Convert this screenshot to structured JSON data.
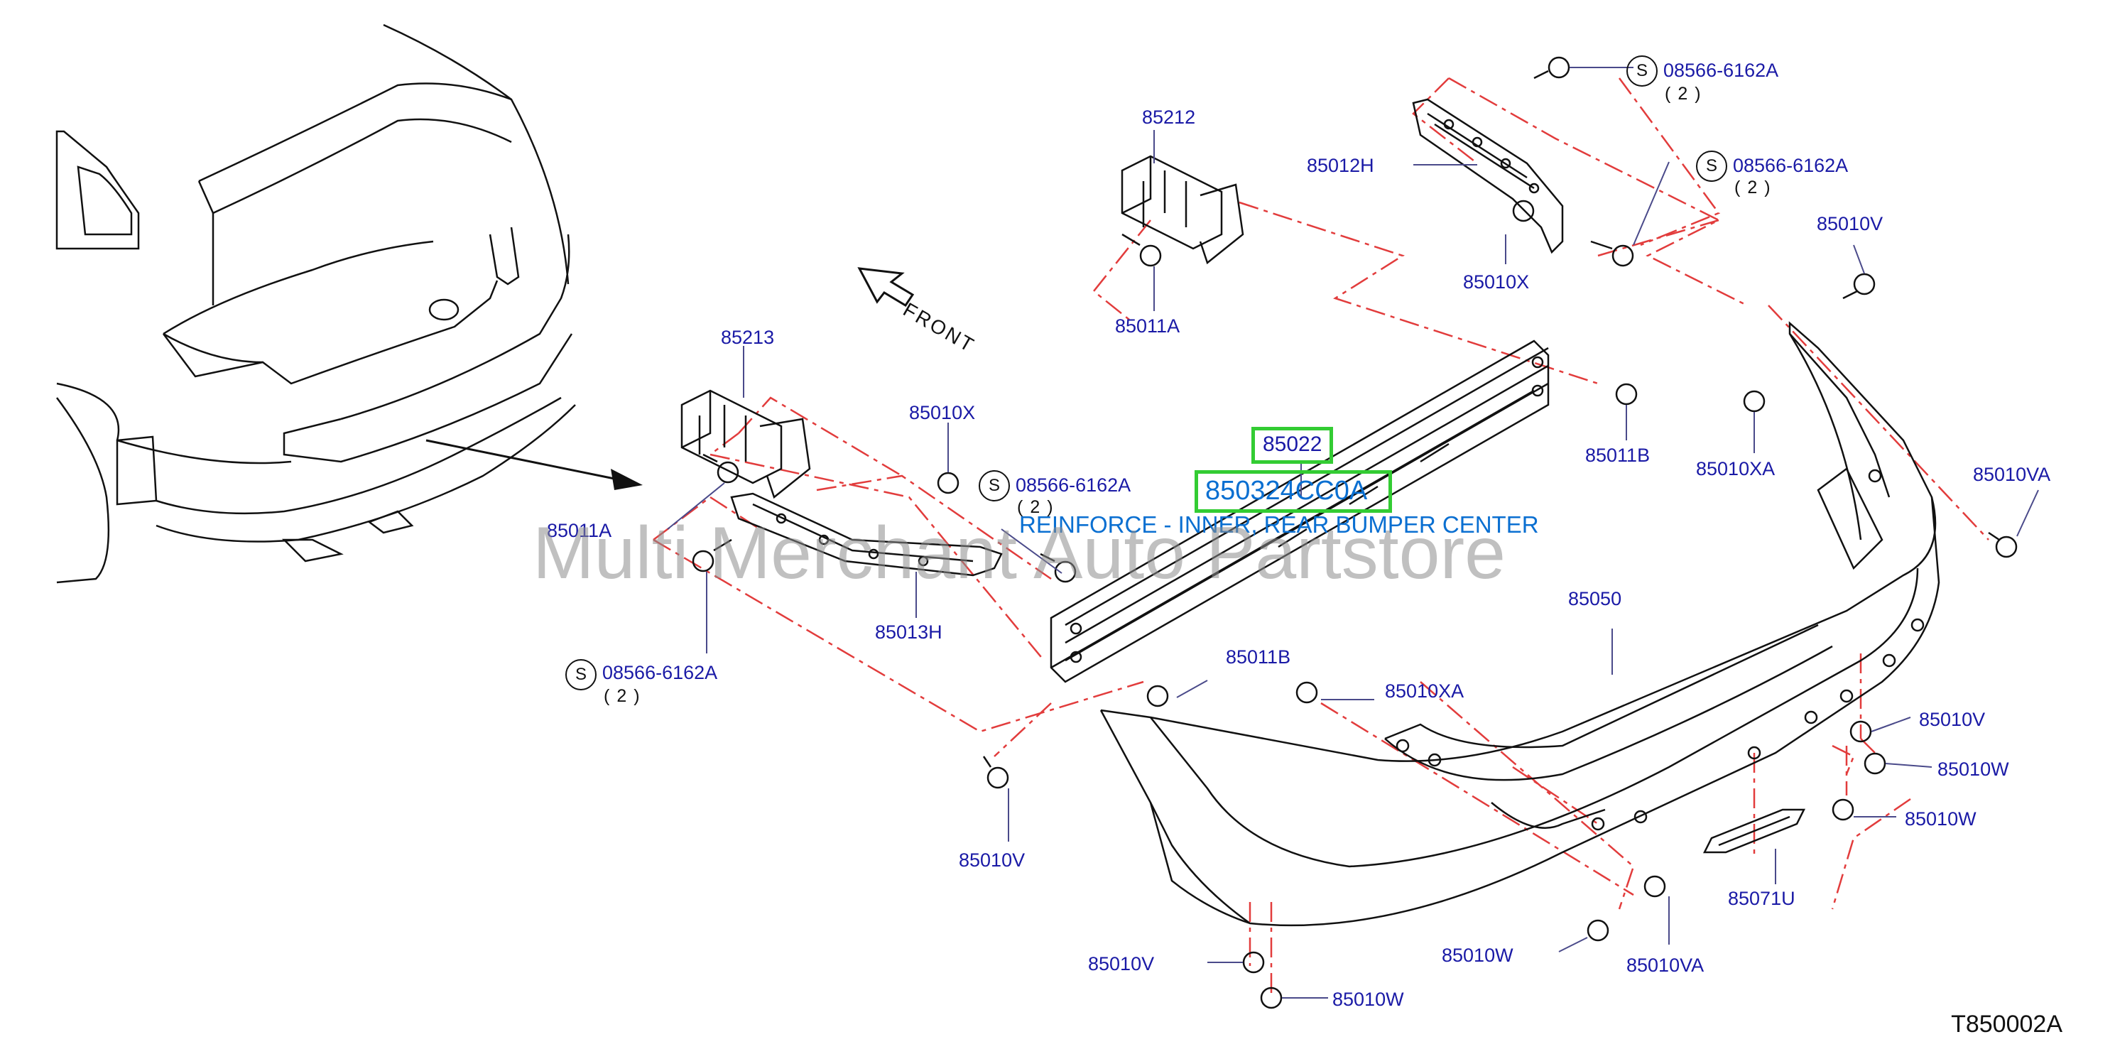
{
  "diagram": {
    "id": "T850002A",
    "direction_label": "FRONT",
    "watermark": "Multi Merchant Auto Partstore",
    "highlight": {
      "part_number": "85022",
      "catalog_number": "850324CC0A",
      "description": "REINFORCE - INNER, REAR BUMPER CENTER",
      "color": "#33cc33",
      "text_color": "#0a6fd1"
    },
    "colors": {
      "label": "#1a1aa6",
      "line": "#111111",
      "dash": "#e23c3c"
    },
    "callouts": [
      {
        "code": "85212"
      },
      {
        "code": "85012H"
      },
      {
        "code": "85010X"
      },
      {
        "code": "85011A"
      },
      {
        "code": "85213"
      },
      {
        "code": "85010X"
      },
      {
        "code": "85011A"
      },
      {
        "code": "85013H"
      },
      {
        "code": "85011B"
      },
      {
        "code": "85010XA"
      },
      {
        "code": "85010V"
      },
      {
        "code": "85010VA"
      },
      {
        "code": "85050"
      },
      {
        "code": "85011B"
      },
      {
        "code": "85010XA"
      },
      {
        "code": "85010V"
      },
      {
        "code": "85010W"
      },
      {
        "code": "85010W"
      },
      {
        "code": "85071U"
      },
      {
        "code": "85010V"
      },
      {
        "code": "85010V"
      },
      {
        "code": "85010W"
      },
      {
        "code": "85010VA"
      },
      {
        "code": "85010W"
      }
    ],
    "s_parts": [
      {
        "badge": "S",
        "code": "08566-6162A",
        "qty": "(2)"
      },
      {
        "badge": "S",
        "code": "08566-6162A",
        "qty": "(2)"
      },
      {
        "badge": "S",
        "code": "08566-6162A",
        "qty": "(2)"
      },
      {
        "badge": "S",
        "code": "08566-6162A",
        "qty": "(2)"
      }
    ]
  }
}
